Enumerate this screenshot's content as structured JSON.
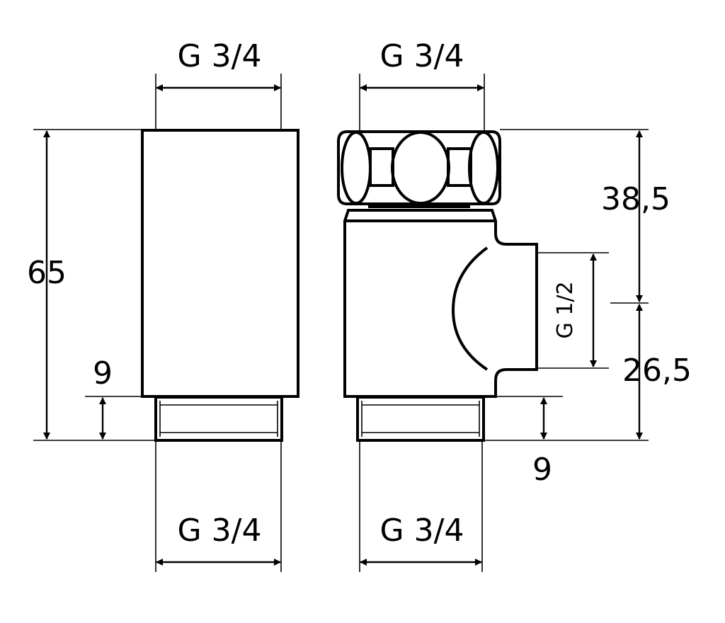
{
  "title": "Fitting dimension drawing",
  "left_view": {
    "top_thread": "G 3/4",
    "bottom_thread": "G 3/4",
    "height": "65",
    "thread_length": "9"
  },
  "right_view": {
    "top_thread": "G 3/4",
    "bottom_thread": "G 3/4",
    "side_thread": "G 1/2",
    "upper_height": "38,5",
    "lower_height": "26,5",
    "thread_length": "9"
  }
}
